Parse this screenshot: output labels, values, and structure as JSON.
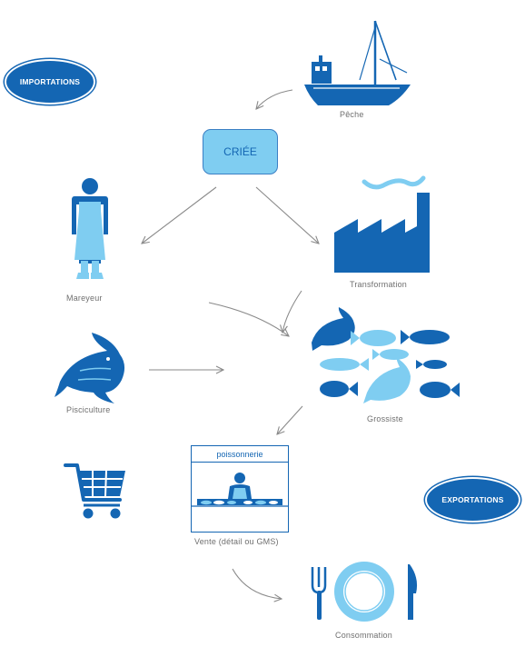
{
  "badges": {
    "importations": "IMPORTATIONS",
    "exportations": "EXPORTATIONS"
  },
  "nodes": {
    "criee": "CRIÉE",
    "peche": "Pêche",
    "mareyeur": "Mareyeur",
    "transformation": "Transformation",
    "pisciculture": "Pisciculture",
    "grossiste": "Grossiste",
    "vente": "Vente (détail ou GMS)",
    "consommation": "Consommation",
    "poissonnerie": "poissonnerie"
  },
  "colors": {
    "dark_blue": "#1466b3",
    "light_blue": "#7fcdf1",
    "arrow_gray": "#8a8a8a",
    "label_gray": "#6f6f6f"
  },
  "icons": [
    "boat-icon",
    "fishmonger-icon",
    "factory-icon",
    "fish-icon",
    "fish-school-icon",
    "shopping-cart-icon",
    "shop-icon",
    "plate-cutlery-icon"
  ]
}
